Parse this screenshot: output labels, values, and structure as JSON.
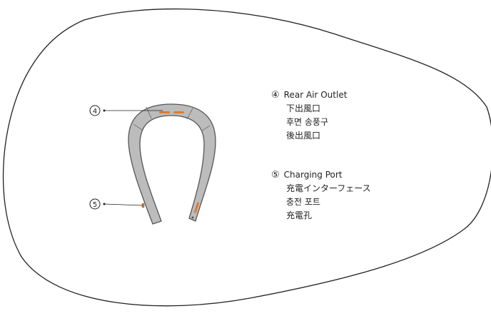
{
  "callouts": [
    {
      "number": "④",
      "title": "Rear Air Outlet",
      "translations": [
        "下出風口",
        "후면 송풍구",
        "後出風口"
      ]
    },
    {
      "number": "⑤",
      "title": "Charging Port",
      "translations": [
        "充電インターフェース",
        "충전 포트",
        "充電孔"
      ]
    }
  ],
  "colors": {
    "outline": "#222222",
    "device_fill": "#bcbcbc",
    "device_stroke": "#555555",
    "accent": "#e07a2e"
  }
}
